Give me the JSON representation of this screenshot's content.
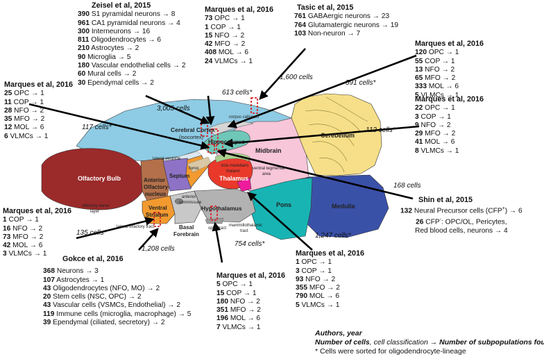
{
  "colors": {
    "olfactory_bulb": "#9b2a2a",
    "anterior_olfactory": "#b3704a",
    "cortex": "#8ecbe4",
    "hippocampus": "#6fc7b8",
    "thalamus": "#e8392b",
    "septum": "#8e72c6",
    "midbrain": "#f7c6d8",
    "cerebellum": "#f6df88",
    "pons": "#18b4b4",
    "medulla": "#3a51a8",
    "hypothalamus": "#b2b2b2",
    "striatum": "#f29a2f",
    "basal_forebrain": "#c8c8c8",
    "sample_box": "#d9262c",
    "arrow": "#000000"
  },
  "regions": {
    "olfactory_bulb": "Olfactory Bulb",
    "anterior_olfactory_1": "Anterior",
    "anterior_olfactory_2": "Olfactory",
    "anterior_olfactory_3": "nucleus",
    "cortex_1": "Cerebral Cortex",
    "cortex_2": "(isocortex)",
    "hippocampus": "Hippocampus",
    "corpus_callosum": "corpus callosum",
    "lateral_ventricle": "lateral ventricle",
    "fornix": "fornix",
    "stria_1": "stria medullaris",
    "stria_2": "thalami",
    "septum": "Septum",
    "thalamus": "Thalamus",
    "midbrain": "Midbrain",
    "vta_1": "ventral tegmental",
    "vta_2": "area",
    "cerebellum": "Cerebellum",
    "pons": "Pons",
    "medulla": "Medulla",
    "hypothalamus": "Hypothalamus",
    "ventral_striatum_1": "Ventral",
    "ventral_striatum_2": "Striatum",
    "basal_forebrain_1": "Basal",
    "basal_forebrain_2": "Forebrain",
    "anterior_commissure_1": "anterior",
    "anterior_commissure_2": "commissure",
    "mammillothalamic_1": "mammillothalamic",
    "mammillothalamic_2": "tract",
    "optic_tract": "optic tract",
    "lateral_olfactory_tract": "lateral olfactory tract",
    "olfactory_nerve_1": "olfactory nerve",
    "olfactory_nerve_2": "layer"
  },
  "studies": {
    "zeisel": {
      "title": "Zeisel et al, 2015",
      "rows": [
        {
          "n": "390",
          "t": " S1 pyramidal neurons → 8"
        },
        {
          "n": "961",
          "t": " CA1 pyramidal neurons → 4"
        },
        {
          "n": "300",
          "t": " Interneurons → 16"
        },
        {
          "n": "811",
          "t": " Oligodendrocytes → 6"
        },
        {
          "n": "210",
          "t": " Astrocytes → 2"
        },
        {
          "n": "90",
          "t": " Microglia → 5"
        },
        {
          "n": "180",
          "t": " Vascular endothelial cells → 2"
        },
        {
          "n": "60",
          "t": " Mural cells → 2"
        },
        {
          "n": "30",
          "t": " Ependymal cells → 2"
        }
      ]
    },
    "m_cortex": {
      "title": "Marques et al, 2016",
      "rows": [
        {
          "n": "73",
          "t": " OPC → 1"
        },
        {
          "n": "1",
          "t": " COP → 1"
        },
        {
          "n": "15",
          "t": " NFO → 2"
        },
        {
          "n": "42",
          "m": " MFO → 2"
        },
        {
          "n": "408",
          "t": " MOL → 6"
        },
        {
          "n": "24",
          "t": " VLMCs → 1"
        }
      ]
    },
    "tasic": {
      "title": "Tasic et al, 2015",
      "rows": [
        {
          "n": "761",
          "t": " GABAergic neurons → 23"
        },
        {
          "n": "764",
          "t": " Glutamatergic neurons → 19"
        },
        {
          "n": "103",
          "t": " Non-neuron → 7"
        }
      ]
    },
    "m_corpus": {
      "title": "Marques et al, 2016",
      "rows": [
        {
          "n": "120",
          "t": " OPC → 1"
        },
        {
          "n": "55",
          "t": " COP → 1"
        },
        {
          "n": "13",
          "t": " NFO → 2"
        },
        {
          "n": "65",
          "t": " MFO → 2"
        },
        {
          "n": "333",
          "t": " MOL → 6"
        },
        {
          "n": "5",
          "t": " VLMCs → 1"
        }
      ]
    },
    "m_left": {
      "title": "Marques et al, 2016",
      "rows": [
        {
          "n": "25",
          "t": " OPC → 1"
        },
        {
          "n": "11",
          "t": " COP → 1"
        },
        {
          "n": "28",
          "t": " NFO → 2"
        },
        {
          "n": "35",
          "t": " MFO → 2"
        },
        {
          "n": "12",
          "t": " MOL → 6"
        },
        {
          "n": "6",
          "t": " VLMCs → 1"
        }
      ]
    },
    "m_hippo": {
      "title": "Marques et al, 2016",
      "rows": [
        {
          "n": "22",
          "t": " OPC → 1"
        },
        {
          "n": "3",
          "t": " COP → 1"
        },
        {
          "n": "9",
          "t": " NFO → 2"
        },
        {
          "n": "29",
          "t": " MFO → 2"
        },
        {
          "n": "41",
          "t": " MOL → 6"
        },
        {
          "n": "8",
          "t": " VLMCs → 1"
        }
      ]
    },
    "shin": {
      "title": "Shin et al, 2015",
      "line1_n": "132",
      "line1_t": " Neural Precursor cells (CFP",
      "line1_sup": "+",
      "line1_end": ") → 6",
      "line2_n": "26",
      "line2_t": " CFP",
      "line2_sup": "-",
      "line2_end": ": OPC/OL, Pericytes,",
      "line3": "Red blood cells, neurons → 4"
    },
    "m_striatum": {
      "title": "Marques et al, 2016",
      "rows": [
        {
          "n": "1",
          "t": " COP → 1"
        },
        {
          "n": "16",
          "t": " NFO → 2"
        },
        {
          "n": "73",
          "t": " MFO → 2"
        },
        {
          "n": "42",
          "t": " MOL → 6"
        },
        {
          "n": "3",
          "t": " VLMCs → 1"
        }
      ]
    },
    "gokce": {
      "title": "Gokce et al, 2016",
      "rows": [
        {
          "n": "368",
          "t": " Neurons → 3"
        },
        {
          "n": "107",
          "t": " Astrocytes → 1"
        },
        {
          "n": "43",
          "t": " Oligodendrocytes (NFO, MO) → 2"
        },
        {
          "n": "20",
          "t": " Stem cells (NSC, OPC) → 2"
        },
        {
          "n": "43",
          "t": " Vascular cells (VSMCs, Endothelial) → 2"
        },
        {
          "n": "119",
          "t": " Immune cells (microglia, macrophage) → 5"
        },
        {
          "n": "39",
          "t": " Ependymal (ciliated, secretory) → 2"
        }
      ]
    },
    "m_hypo": {
      "title": "Marques et al, 2016",
      "rows": [
        {
          "n": "5",
          "t": " OPC → 1"
        },
        {
          "n": "15",
          "t": " COP → 1"
        },
        {
          "n": "180",
          "t": " NFO → 2"
        },
        {
          "n": "351",
          "t": " MFO → 2"
        },
        {
          "n": "196",
          "t": " MOL → 6"
        },
        {
          "n": "7",
          "t": " VLMCs → 1"
        }
      ]
    },
    "m_vta": {
      "title": "Marques et al, 2016",
      "rows": [
        {
          "n": "1",
          "t": " OPC → 1"
        },
        {
          "n": "3",
          "t": " COP → 1"
        },
        {
          "n": "93",
          "t": " NFO → 2"
        },
        {
          "n": "355",
          "t": " MFO → 2"
        },
        {
          "n": "790",
          "t": " MOL → 6"
        },
        {
          "n": "5",
          "t": " VLMCs → 1"
        }
      ]
    }
  },
  "counts": {
    "c3005": "3,005 cells",
    "c613": "613 cells*",
    "c1600": "1,600 cells",
    "c591": "591 cells*",
    "c117": "117 cells*",
    "c112": "112 cells*",
    "c168": "168 cells",
    "c135": "135 cells*",
    "c1208": "1,208 cells",
    "c754": "754 cells*",
    "c1247": "1,247 cells*"
  },
  "legend": {
    "line1": "Authors, year",
    "line2_bold": "Number of cells",
    "line2_mid": ", cell classification → ",
    "line2_end": "Number of subpopulations found",
    "line3": "* Cells were sorted for oligodendrocyte-lineage"
  }
}
